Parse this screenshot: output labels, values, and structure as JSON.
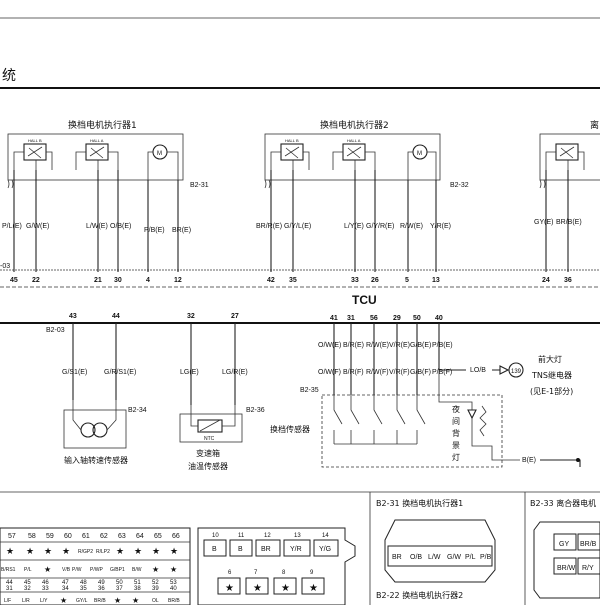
{
  "header": {
    "section_title": "统"
  },
  "actuators": [
    {
      "title": "换档电机执行器1",
      "connector": "B2-31",
      "hall_a": "HALL A",
      "hall_b": "HALL B",
      "motor": "M"
    },
    {
      "title": "换档电机执行器2",
      "connector": "B2-32",
      "hall_a": "HALL A",
      "hall_b": "HALL B",
      "motor": "M"
    },
    {
      "title": "离"
    }
  ],
  "wires_top": [
    {
      "label": "P/L(E)",
      "pin": "45"
    },
    {
      "label": "G/W(E)",
      "pin": "22"
    },
    {
      "label": "L/W(E)",
      "pin": "21"
    },
    {
      "label": "O/B(E)",
      "pin": "30"
    },
    {
      "label": "P/B(E)",
      "pin": "4"
    },
    {
      "label": "BR(E)",
      "pin": "12"
    },
    {
      "label": "BR/R(E)",
      "pin": "42"
    },
    {
      "label": "G/Y/L(E)",
      "pin": "35"
    },
    {
      "label": "L/Y(E)",
      "pin": "33"
    },
    {
      "label": "G/Y/R(E)",
      "pin": "26"
    },
    {
      "label": "R/W(E)",
      "pin": "5"
    },
    {
      "label": "Y/R(E)",
      "pin": "13"
    },
    {
      "label": "GY(E)",
      "pin": "24"
    },
    {
      "label": "BR/B(E)",
      "pin": "36"
    }
  ],
  "left_bus_label": "-03",
  "tcu": {
    "label": "TCU",
    "bottom_connector": "B2-03"
  },
  "lower_pins": [
    "43",
    "44",
    "32",
    "27",
    "41",
    "31",
    "56",
    "29",
    "50",
    "40"
  ],
  "input_sensor": {
    "connector": "B2-34",
    "wire1": "G/S1(E)",
    "wire2": "G/R/S1(E)",
    "name": "输入轴转速传感器"
  },
  "temp_sensor": {
    "connector": "B2-36",
    "wire1": "LG(E)",
    "wire2": "LG/R(E)",
    "part": "NTC",
    "name_line1": "变速箱",
    "name_line2": "油温传感器"
  },
  "shift_sensor": {
    "connector": "B2-35",
    "row1": [
      "O/W(E)",
      "B/R(E)",
      "R/W(E)",
      "V/R(E)",
      "G/B(E)",
      "P/B(E)"
    ],
    "row2": [
      "O/W(F)",
      "B/R(F)",
      "R/W(F)",
      "V/R(F)",
      "G/B(F)",
      "P/B(F)"
    ],
    "name": "换档传感器",
    "backlight": [
      "夜",
      "间",
      "背",
      "景",
      "灯"
    ],
    "ground_wire": "B(E)"
  },
  "headlamp": {
    "wire": "LO/B",
    "ref": "139",
    "line1": "前大灯",
    "line2": "TNS继电器",
    "line3": "(见E-1部分)"
  },
  "connector_left": {
    "row_top": [
      "57",
      "58",
      "59",
      "60",
      "61",
      "62",
      "63",
      "64",
      "65",
      "66"
    ],
    "row_vals": [
      "★",
      "★",
      "★",
      "★",
      "R/GP2",
      "R/LP2",
      "★",
      "★",
      "★",
      "★"
    ],
    "row2_left": [
      "B/RS1",
      "P/L",
      "★",
      "V/B",
      "P/W",
      "P/WP",
      "G/BP1",
      "B/W",
      "★",
      "★"
    ],
    "row_mid": [
      "44",
      "45",
      "46",
      "47",
      "48",
      "49",
      "50",
      "51",
      "52",
      "53"
    ],
    "row_bot": [
      "31",
      "32",
      "33",
      "34",
      "35",
      "36",
      "37",
      "38",
      "39",
      "40"
    ],
    "row_last": [
      "L/F",
      "L/R",
      "L/Y",
      "★",
      "GY/L",
      "BR/B",
      "★",
      "★",
      "OL",
      "BR/B"
    ]
  },
  "connector_mid": {
    "row_top": [
      "10",
      "11",
      "12",
      "13",
      "14"
    ],
    "row_vals": [
      "B",
      "B",
      "BR",
      "Y/R",
      "Y/G"
    ],
    "row_mid": [
      "6",
      "7",
      "8",
      "9"
    ],
    "row_vals2": [
      "★",
      "★",
      "★",
      "★"
    ]
  },
  "connector_b231": {
    "title": "B2-31 换档电机执行器1",
    "pins": [
      "BR",
      "O/B",
      "L/W",
      "G/W",
      "P/L",
      "P/B"
    ],
    "title2": "B2-22 换档电机执行器2"
  },
  "connector_b233": {
    "title": "B2-33 离合器电机",
    "pins": [
      "GY",
      "BR/B",
      "BR/W",
      "R/Y"
    ]
  }
}
